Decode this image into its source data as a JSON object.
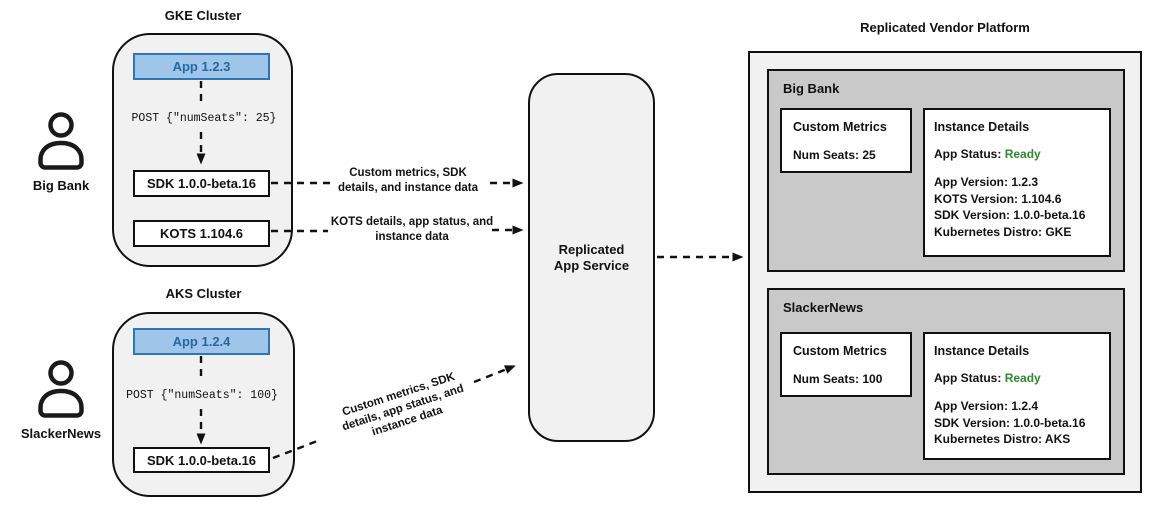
{
  "colors": {
    "app-fill": "#9fc5e8",
    "app-border": "#2e75b6",
    "app-text": "#2368a8",
    "ready-green": "#2e8b2e",
    "section-gray": "#c9c9c9",
    "panel-gray": "#f1f1f1",
    "line-black": "#111111"
  },
  "users": {
    "big_bank": "Big Bank",
    "slackernews": "SlackerNews"
  },
  "gke_cluster": {
    "title": "GKE Cluster",
    "app": "App 1.2.3",
    "post": "POST {\"numSeats\": 25}",
    "sdk": "SDK 1.0.0-beta.16",
    "kots": "KOTS 1.104.6"
  },
  "aks_cluster": {
    "title": "AKS Cluster",
    "app": "App 1.2.4",
    "post": "POST {\"numSeats\": 100}",
    "sdk": "SDK 1.0.0-beta.16"
  },
  "service": {
    "name_lines": [
      "Replicated",
      "App Service"
    ]
  },
  "arrow_labels": {
    "sdk_to_service": [
      "Custom metrics, SDK",
      "details, and instance data"
    ],
    "kots_to_service": [
      "KOTS details, app status, and",
      "instance data"
    ],
    "aks_sdk_to_service": [
      "Custom metrics, SDK",
      "details, app status, and",
      "instance data"
    ]
  },
  "platform": {
    "title": "Replicated Vendor Platform",
    "big_bank": {
      "name": "Big Bank",
      "custom_metrics_title": "Custom Metrics",
      "num_seats": "Num Seats: 25",
      "instance_details_title": "Instance Details",
      "app_status_label": "App Status:",
      "app_status_value": "Ready",
      "detail_lines": [
        "App Version: 1.2.3",
        "KOTS Version: 1.104.6",
        "SDK Version: 1.0.0-beta.16",
        "Kubernetes Distro: GKE"
      ]
    },
    "slackernews": {
      "name": "SlackerNews",
      "custom_metrics_title": "Custom Metrics",
      "num_seats": "Num Seats: 100",
      "instance_details_title": "Instance Details",
      "app_status_label": "App Status:",
      "app_status_value": "Ready",
      "detail_lines": [
        "App Version: 1.2.4",
        "SDK Version: 1.0.0-beta.16",
        "Kubernetes Distro: AKS"
      ]
    }
  }
}
